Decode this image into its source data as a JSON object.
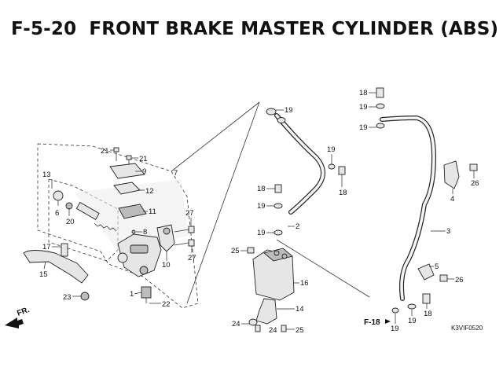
{
  "title": {
    "code": "F-5-20",
    "text": "FRONT BRAKE MASTER CYLINDER (ABS)"
  },
  "diagram_code": "K3VIF0520",
  "reference": "F-18",
  "direction": "FR.",
  "callouts": {
    "c1": "1",
    "c2": "2",
    "c3": "3",
    "c4": "4",
    "c5": "5",
    "c6": "6",
    "c7": "7",
    "c8": "8",
    "c9": "9",
    "c11": "11",
    "c12": "12",
    "c13": "13",
    "c14": "14",
    "c15": "15",
    "c16": "16",
    "c17": "17",
    "c20": "20",
    "c21a": "21",
    "c21b": "21",
    "c22": "22",
    "c23": "23",
    "c24a": "24",
    "c24b": "24",
    "c25a": "25",
    "c25b": "25",
    "c26a": "26",
    "c26b": "26",
    "c27a": "27",
    "c27b": "27",
    "c18a": "18",
    "c18b": "18",
    "c18c": "18",
    "c18d": "18",
    "c19a": "19",
    "c19b": "19",
    "c19c": "19",
    "c19d": "19",
    "c19e": "19",
    "c19f": "19",
    "c19g": "19",
    "c19h": "19",
    "c10": "10"
  }
}
